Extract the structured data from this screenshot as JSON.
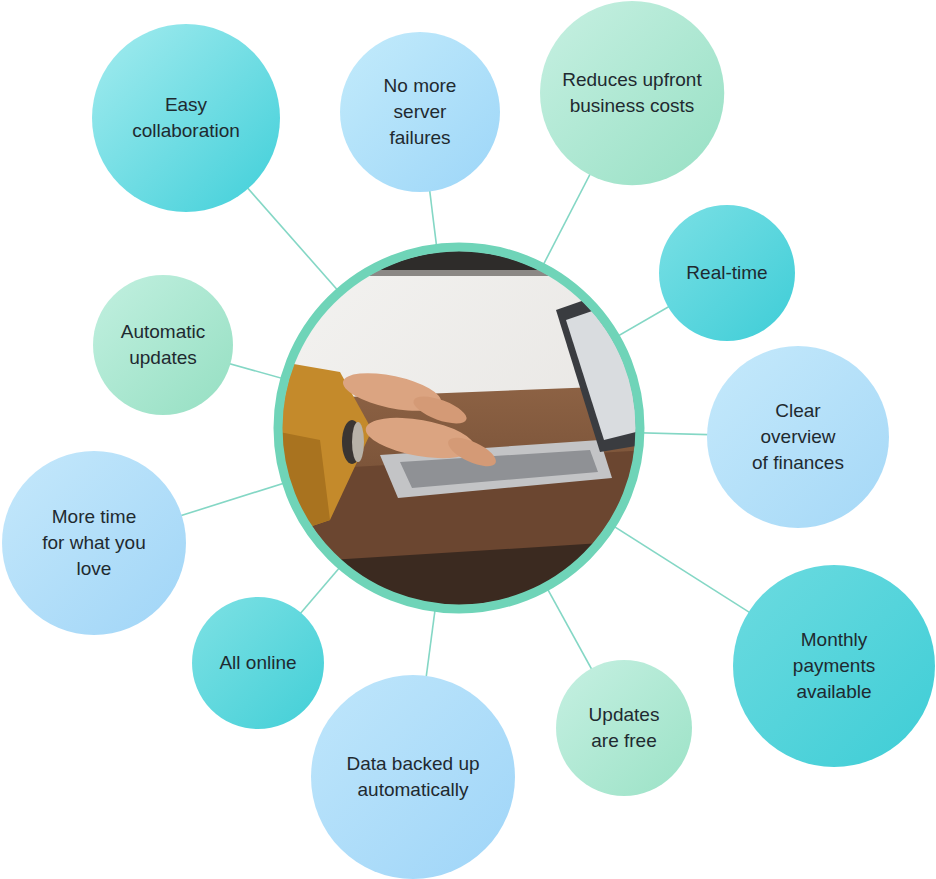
{
  "diagram": {
    "nodes": [
      {
        "text": [
          "Easy collaboration"
        ]
      },
      {
        "text": [
          "No more server failures"
        ]
      },
      {
        "text": [
          "Reduces upfront business costs"
        ]
      },
      {
        "text": [
          "Real-time"
        ]
      },
      {
        "text": [
          "Automatic updates"
        ]
      },
      {
        "text": [
          "Clear overview of finances"
        ]
      },
      {
        "text": [
          "More time for what you love"
        ]
      },
      {
        "text": [
          "All online"
        ]
      },
      {
        "text": [
          "Monthly payments available"
        ]
      },
      {
        "text": [
          "Updates are free"
        ]
      },
      {
        "text": [
          "Data backed up automatically"
        ]
      }
    ]
  }
}
